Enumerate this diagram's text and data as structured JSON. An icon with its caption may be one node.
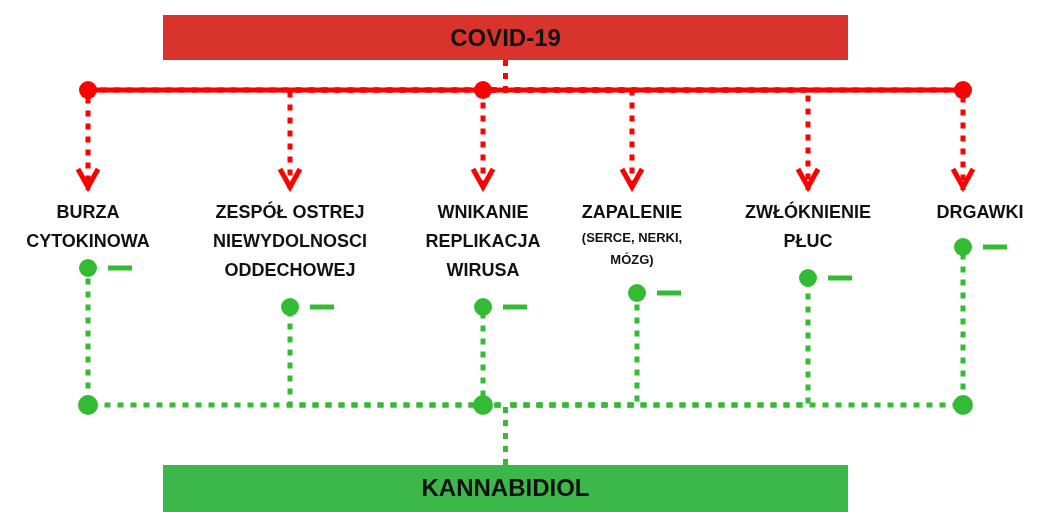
{
  "diagram": {
    "nodes": [
      {
        "text": [
          "COVID-19"
        ]
      },
      {
        "text": [
          "KANNABIDIOL"
        ]
      },
      {
        "text": [
          "BURZA CYTOKINOWA"
        ]
      },
      {
        "text": [
          "ZESPÓŁ OSTREJ NIEWYDOLNOSCI ODDECHOWEJ"
        ]
      },
      {
        "text": [
          "WNIKANIE REPLIKACJA WIRUSA"
        ]
      },
      {
        "text": [
          "ZAPALENIE",
          "(SERCE, NERKI, MÓZG)"
        ]
      },
      {
        "text": [
          "ZWŁÓKNIENIE PŁUC"
        ]
      },
      {
        "text": [
          "DRGAWKI"
        ]
      }
    ],
    "edges": [
      {
        "from": 0,
        "to": 2,
        "arrow": "to",
        "style": "dashed",
        "color": "#ff0000"
      },
      {
        "from": 0,
        "to": 3,
        "arrow": "to",
        "style": "dashed",
        "color": "#ff0000"
      },
      {
        "from": 0,
        "to": 4,
        "arrow": "to",
        "style": "dashed",
        "color": "#ff0000"
      },
      {
        "from": 0,
        "to": 5,
        "arrow": "to",
        "style": "dashed",
        "color": "#ff0000"
      },
      {
        "from": 0,
        "to": 6,
        "arrow": "to",
        "style": "dashed",
        "color": "#ff0000"
      },
      {
        "from": 0,
        "to": 7,
        "arrow": "to",
        "style": "dashed",
        "color": "#ff0000"
      },
      {
        "from": 1,
        "to": 2,
        "arrow": "other",
        "style": "dashed",
        "color": "#33bb33"
      },
      {
        "from": 1,
        "to": 3,
        "arrow": "other",
        "style": "dashed",
        "color": "#33bb33"
      },
      {
        "from": 1,
        "to": 4,
        "arrow": "other",
        "style": "dashed",
        "color": "#33bb33"
      },
      {
        "from": 1,
        "to": 5,
        "arrow": "other",
        "style": "dashed",
        "color": "#33bb33"
      },
      {
        "from": 1,
        "to": 6,
        "arrow": "other",
        "style": "dashed",
        "color": "#33bb33"
      },
      {
        "from": 1,
        "to": 7,
        "arrow": "other",
        "style": "dashed",
        "color": "#33bb33"
      }
    ]
  }
}
